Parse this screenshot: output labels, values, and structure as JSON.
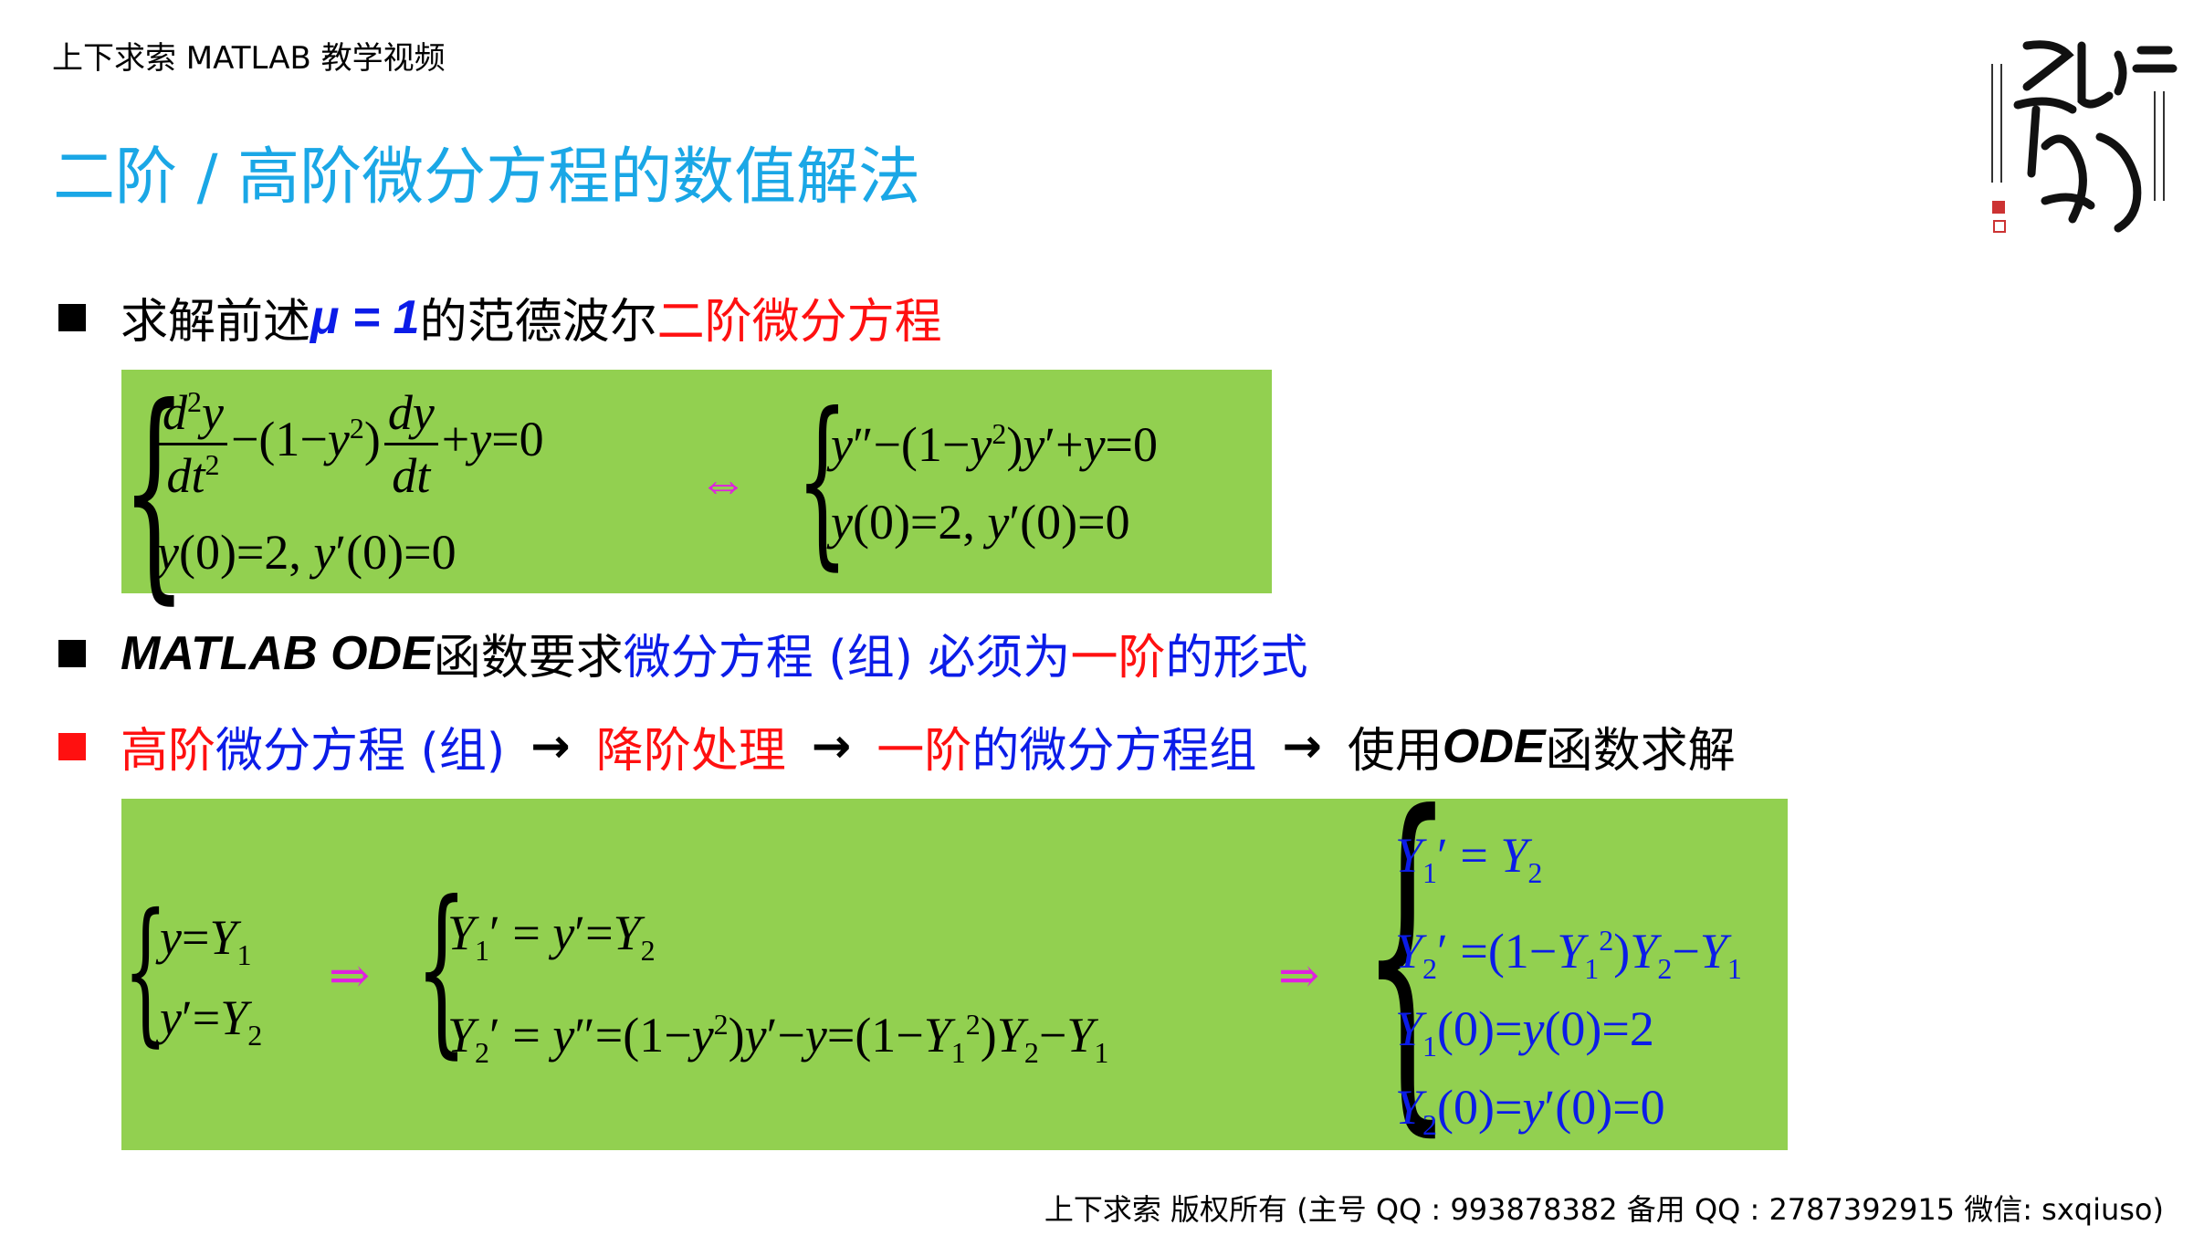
{
  "header": {
    "title": "上下求索 MATLAB 教学视频"
  },
  "slide": {
    "title": "二阶 / 高阶微分方程的数值解法",
    "bullet1": {
      "p1": "求解前述 ",
      "mu": "μ = 1",
      "p2": " 的范德波尔",
      "p3": "二阶微分方程"
    },
    "bullet2": {
      "p1": "MATLAB ODE",
      "p2": " 函数要求",
      "p3": "微分方程 (组) 必须为",
      "p4": "一阶",
      "p5": "的形式"
    },
    "bullet3": {
      "p1": "高阶",
      "p2": "微分方程 (组)",
      "p3": "降阶处理",
      "p4": "一阶",
      "p5": "的微分方程组",
      "p6": "使用 ",
      "p7": "ODE",
      "p8": " 函数求解",
      "arrow": "→"
    },
    "equiv": "⇔",
    "implies": "⇒"
  },
  "footer": {
    "text": "上下求索  版权所有  (主号 QQ : 993878382   备用 QQ : 2787392915   微信: sxqiuso)"
  },
  "colors": {
    "title": "#1aa7e6",
    "blue": "#0b1ce8",
    "red": "#ff1010",
    "box": "#92d050",
    "magenta": "#e020e0"
  }
}
